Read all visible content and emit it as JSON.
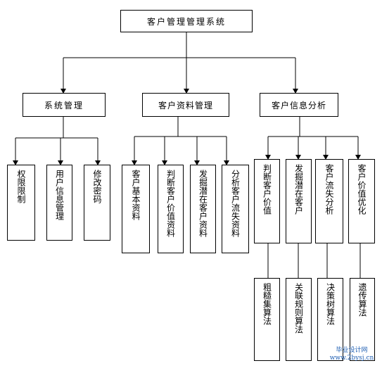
{
  "root": {
    "label": "客户管理管理系统"
  },
  "modules": [
    {
      "label": "系统管理",
      "children": [
        {
          "label": "权限限制"
        },
        {
          "label": "用户信息管理"
        },
        {
          "label": "修改密码"
        }
      ]
    },
    {
      "label": "客户资料管理",
      "children": [
        {
          "label": "客户基本资料"
        },
        {
          "label": "判断客户价值资料"
        },
        {
          "label": "发掘潜在客户资料"
        },
        {
          "label": "分析客户流失资料"
        }
      ]
    },
    {
      "label": "客户信息分析",
      "children": [
        {
          "label": "判断客户价值",
          "algorithm": "粗糙集算法"
        },
        {
          "label": "发掘潜在客户",
          "algorithm": "关联规则算法"
        },
        {
          "label": "客户流失分析",
          "algorithm": "决策树算法"
        },
        {
          "label": "客户价值优化",
          "algorithm": "遗传算法"
        }
      ]
    }
  ],
  "watermark": {
    "line1": "毕业设计网",
    "line2": "www.2bysj.cn"
  }
}
